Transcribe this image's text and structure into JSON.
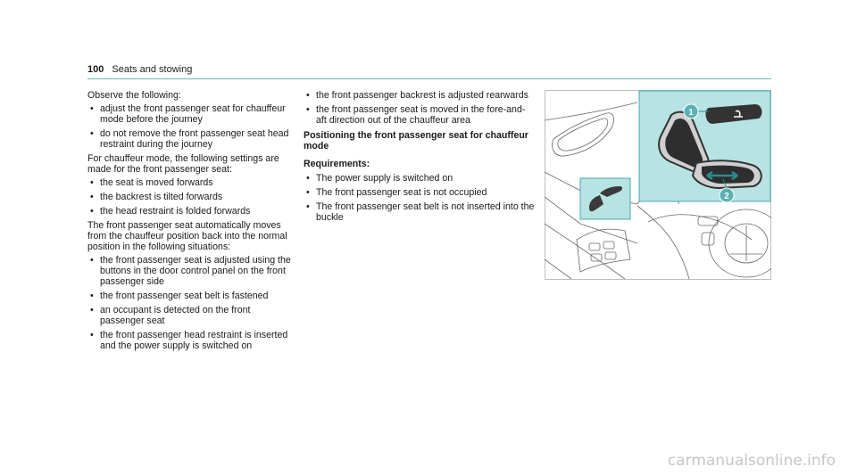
{
  "header": {
    "page_number": "100",
    "section": "Seats and stowing"
  },
  "col1": {
    "intro": "Observe the following:",
    "bullets1": [
      "adjust the front passenger seat for chauffeur mode before the journey",
      "do not remove the front passenger seat head restraint during the journey"
    ],
    "para2": "For chauffeur mode, the following settings are made for the front passenger seat:",
    "bullets2": [
      "the seat is moved forwards",
      "the backrest is tilted forwards",
      "the head restraint is folded forwards"
    ],
    "para3": "The front passenger seat automatically moves from the chauffeur position back into the normal position in the following situations:",
    "bullets3": [
      "the front passenger seat is adjusted using the buttons in the door control panel on the front passenger side",
      "the front passenger seat belt is fastened",
      "an occupant is detected on the front passenger seat",
      "the front passenger head restraint is inserted and the power supply is switched on"
    ]
  },
  "col2": {
    "bullets1": [
      "the front passenger backrest is adjusted rearwards",
      "the front passenger seat is moved in the fore-and-aft direction out of the chauffeur area"
    ],
    "heading": "Positioning the front passenger seat for chauffeur mode",
    "req_label": "Requirements:",
    "bullets2": [
      "The power supply is switched on",
      "The front passenger seat is not occupied",
      "The front passenger seat belt is not inserted into the buckle"
    ]
  },
  "figure": {
    "callout1": "1",
    "callout2": "2"
  },
  "colors": {
    "accent": "#6ab9bc",
    "highlight": "#b7e3e3"
  },
  "watermark": "carmanualsonline.info"
}
